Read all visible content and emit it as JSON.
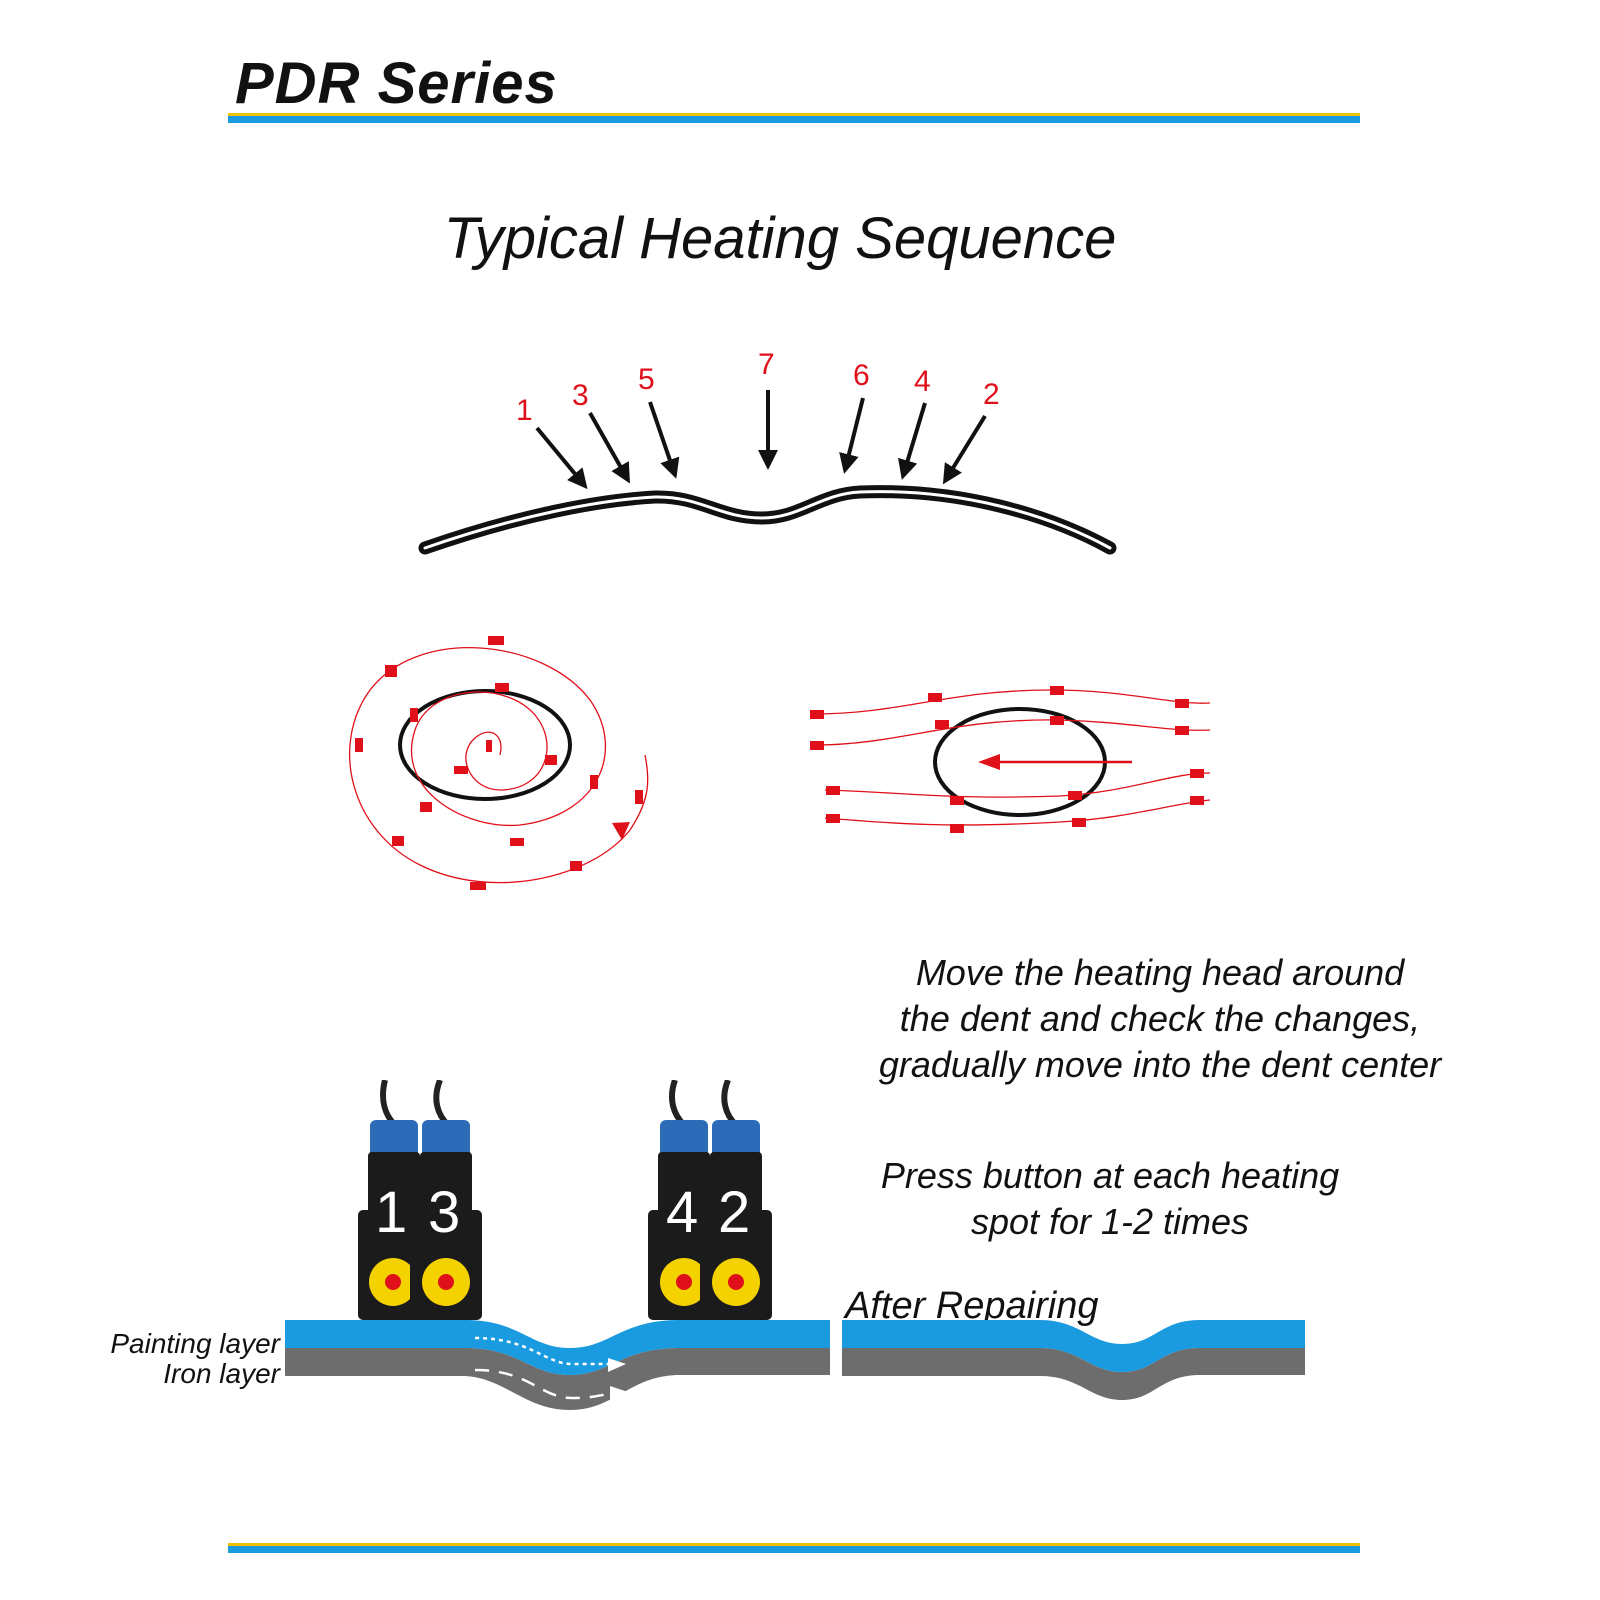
{
  "header": {
    "series_title": "PDR Series"
  },
  "diagram": {
    "title": "Typical Heating Sequence",
    "sequence_numbers": [
      "1",
      "3",
      "5",
      "7",
      "6",
      "4",
      "2"
    ],
    "note_move": [
      "Move the heating head around",
      "the dent and check the changes,",
      "gradually move into the dent center"
    ],
    "note_press": [
      "Press button at each heating",
      "spot for 1-2 times"
    ],
    "after_label": "After Repairing",
    "layer_labels": {
      "painting": "Painting layer",
      "iron": "Iron layer"
    },
    "heater_numbers": [
      "1",
      "3",
      "4",
      "2"
    ]
  },
  "colors": {
    "accent_blue": "#1a9be0",
    "accent_yellow": "#f2c000",
    "marker_red": "#e0101a",
    "iron_gray": "#6d6d6d",
    "button_yellow": "#f4d200"
  },
  "icons": [
    "heat-arrow-icon",
    "heater-head-icon",
    "heating-button-icon"
  ]
}
